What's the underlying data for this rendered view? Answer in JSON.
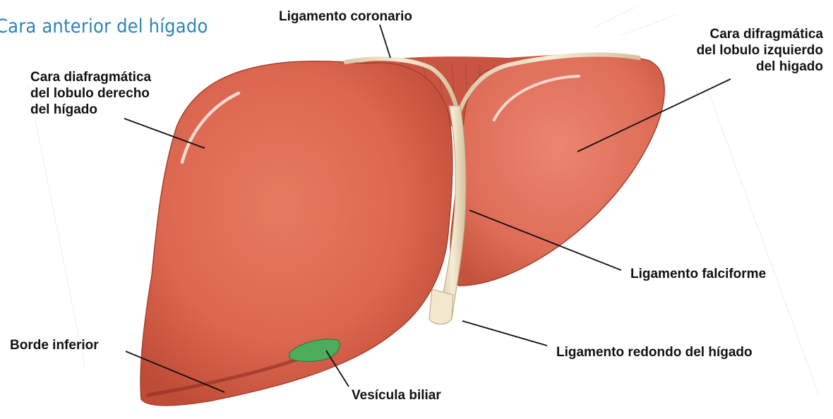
{
  "title": "Cara anterior del hígado",
  "labels": {
    "coronario": "Ligamento coronario",
    "izquierdo": [
      "Cara difragmática",
      "del lobulo izquierdo",
      "del higado"
    ],
    "derecho": [
      "Cara diafragmática",
      "del lobulo derecho",
      "del hígado"
    ],
    "falciforme": "Ligamento falciforme",
    "redondo": "Ligamento redondo del hígado",
    "borde": "Borde inferior",
    "vesicula": "Vesícula biliar"
  },
  "colors": {
    "title": "#2a86b8",
    "liver": "#d9634c",
    "liver_dark": "#b84a36",
    "ligament": "#efe2c6",
    "gallbladder": "#4cae5a",
    "leader": "#111111"
  }
}
